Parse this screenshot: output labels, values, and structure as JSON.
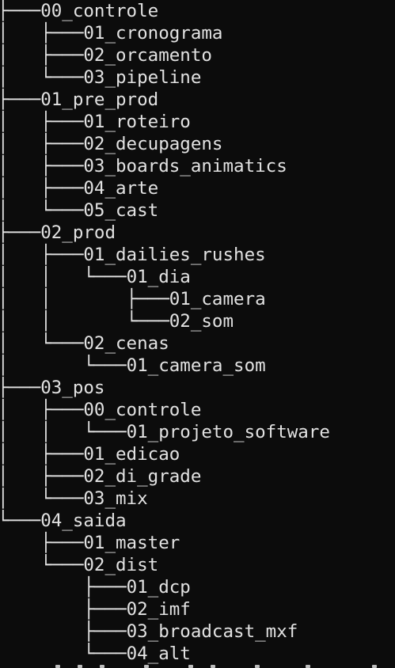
{
  "terminal": {
    "lines": [
      {
        "guides": "├───",
        "name": "00_controle"
      },
      {
        "guides": "│   ├───",
        "name": "01_cronograma"
      },
      {
        "guides": "│   ├───",
        "name": "02_orcamento"
      },
      {
        "guides": "│   └───",
        "name": "03_pipeline"
      },
      {
        "guides": "├───",
        "name": "01_pre_prod"
      },
      {
        "guides": "│   ├───",
        "name": "01_roteiro"
      },
      {
        "guides": "│   ├───",
        "name": "02_decupagens"
      },
      {
        "guides": "│   ├───",
        "name": "03_boards_animatics"
      },
      {
        "guides": "│   ├───",
        "name": "04_arte"
      },
      {
        "guides": "│   └───",
        "name": "05_cast"
      },
      {
        "guides": "├───",
        "name": "02_prod"
      },
      {
        "guides": "│   ├───",
        "name": "01_dailies_rushes"
      },
      {
        "guides": "│   │   └───",
        "name": "01_dia"
      },
      {
        "guides": "│   │       ├───",
        "name": "01_camera"
      },
      {
        "guides": "│   │       └───",
        "name": "02_som"
      },
      {
        "guides": "│   └───",
        "name": "02_cenas"
      },
      {
        "guides": "│       └───",
        "name": "01_camera_som"
      },
      {
        "guides": "├───",
        "name": "03_pos"
      },
      {
        "guides": "│   ├───",
        "name": "00_controle"
      },
      {
        "guides": "│   │   └───",
        "name": "01_projeto_software"
      },
      {
        "guides": "│   ├───",
        "name": "01_edicao"
      },
      {
        "guides": "│   ├───",
        "name": "02_di_grade"
      },
      {
        "guides": "│   └───",
        "name": "03_mix"
      },
      {
        "guides": "└───",
        "name": "04_saida"
      },
      {
        "guides": "    ├───",
        "name": "01_master"
      },
      {
        "guides": "    └───",
        "name": "02_dist"
      },
      {
        "guides": "        ├───",
        "name": "01_dcp"
      },
      {
        "guides": "        ├───",
        "name": "02_imf"
      },
      {
        "guides": "        ├───",
        "name": "03_broadcast_mxf"
      },
      {
        "guides": "        └───",
        "name": "04_alt"
      }
    ]
  },
  "colors": {
    "background": "#0c0c0c",
    "foreground": "#e2e2e2"
  }
}
